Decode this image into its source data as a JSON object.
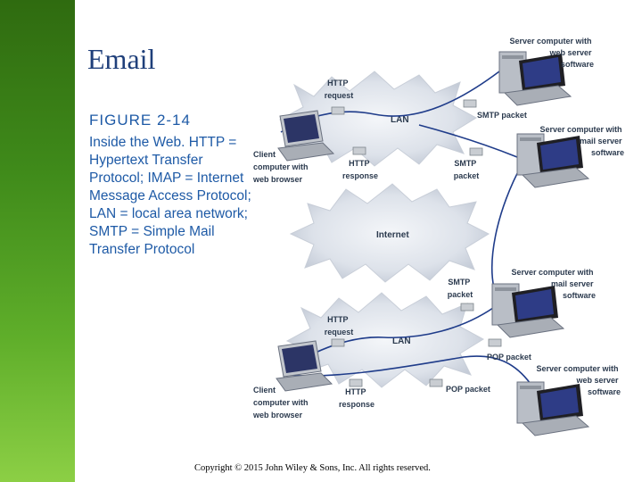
{
  "slide": {
    "title": "Email",
    "copyright": "Copyright © 2015 John Wiley & Sons, Inc. All rights reserved."
  },
  "figure": {
    "label": "FIGURE 2-14",
    "caption": "Inside the Web. HTTP = Hypertext Transfer Protocol; IMAP = Internet Message Access Protocol; LAN = local area network; SMTP = Simple Mail Transfer Protocol"
  },
  "diagram": {
    "clouds": {
      "lan_top": "LAN",
      "internet": "Internet",
      "lan_bottom": "LAN"
    },
    "labels": {
      "server_web_top": [
        "Server computer with",
        "web server",
        "software"
      ],
      "http_request_top": [
        "HTTP",
        "request"
      ],
      "smtp_packet_top": "SMTP packet",
      "server_mail_top": [
        "Server computer with",
        "mail server",
        "software"
      ],
      "client_top": [
        "Client",
        "computer with",
        "web browser"
      ],
      "http_response_top": [
        "HTTP",
        "response"
      ],
      "smtp_packet_mid": [
        "SMTP",
        "packet"
      ],
      "smtp_packet_bottom": [
        "SMTP",
        "packet"
      ],
      "server_mail_bottom": [
        "Server computer with",
        "mail server",
        "software"
      ],
      "http_request_bottom": [
        "HTTP",
        "request"
      ],
      "pop_packet_1": "POP packet",
      "server_web_bottom": [
        "Server computer with",
        "web server",
        "software"
      ],
      "client_bottom": [
        "Client",
        "computer with",
        "web browser"
      ],
      "http_response_bottom": [
        "HTTP",
        "response"
      ],
      "pop_packet_2": "POP packet"
    }
  }
}
